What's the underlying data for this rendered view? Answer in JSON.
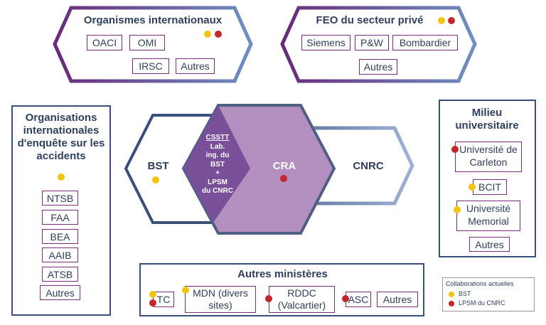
{
  "colors": {
    "bst": "#f2c410",
    "lpsm": "#c1272d",
    "tag_border": "#7a2f7d",
    "text": "#2f3f5c",
    "frame": "#3a4f7a",
    "cra_fill": "#b38fbf",
    "overlap_fill": "#7a4f9a"
  },
  "top_left": {
    "title": "Organismes internationaux",
    "items": [
      "OACI",
      "OMI",
      "IRSC",
      "Autres"
    ]
  },
  "top_right": {
    "title": "FEO du secteur privé",
    "items": [
      "Siemens",
      "P&W",
      "Bombardier",
      "Autres"
    ]
  },
  "left_box": {
    "title": "Organisations internationales d'enquête sur les accidents",
    "items": [
      "NTSB",
      "FAA",
      "BEA",
      "AAIB",
      "ATSB",
      "Autres"
    ]
  },
  "right_box": {
    "title": "Milieu universitaire",
    "items": [
      "Université de Carleton",
      "BCIT",
      "Université Memorial",
      "Autres"
    ]
  },
  "center": {
    "bst": "BST",
    "cra": "CRA",
    "cnrc": "CNRC",
    "overlap_lines": [
      "CSSTT",
      "Lab.",
      "ing. du",
      "BST",
      "+",
      "LPSM",
      "du CNRC"
    ]
  },
  "bottom_box": {
    "title": "Autres ministères",
    "items": [
      "TC",
      "MDN (divers sites)",
      "RDDC (Valcartier)",
      "ASC",
      "Autres"
    ]
  },
  "legend": {
    "title": "Collaborations actuelles",
    "items": [
      "BST",
      "LPSM du CNRC"
    ]
  }
}
